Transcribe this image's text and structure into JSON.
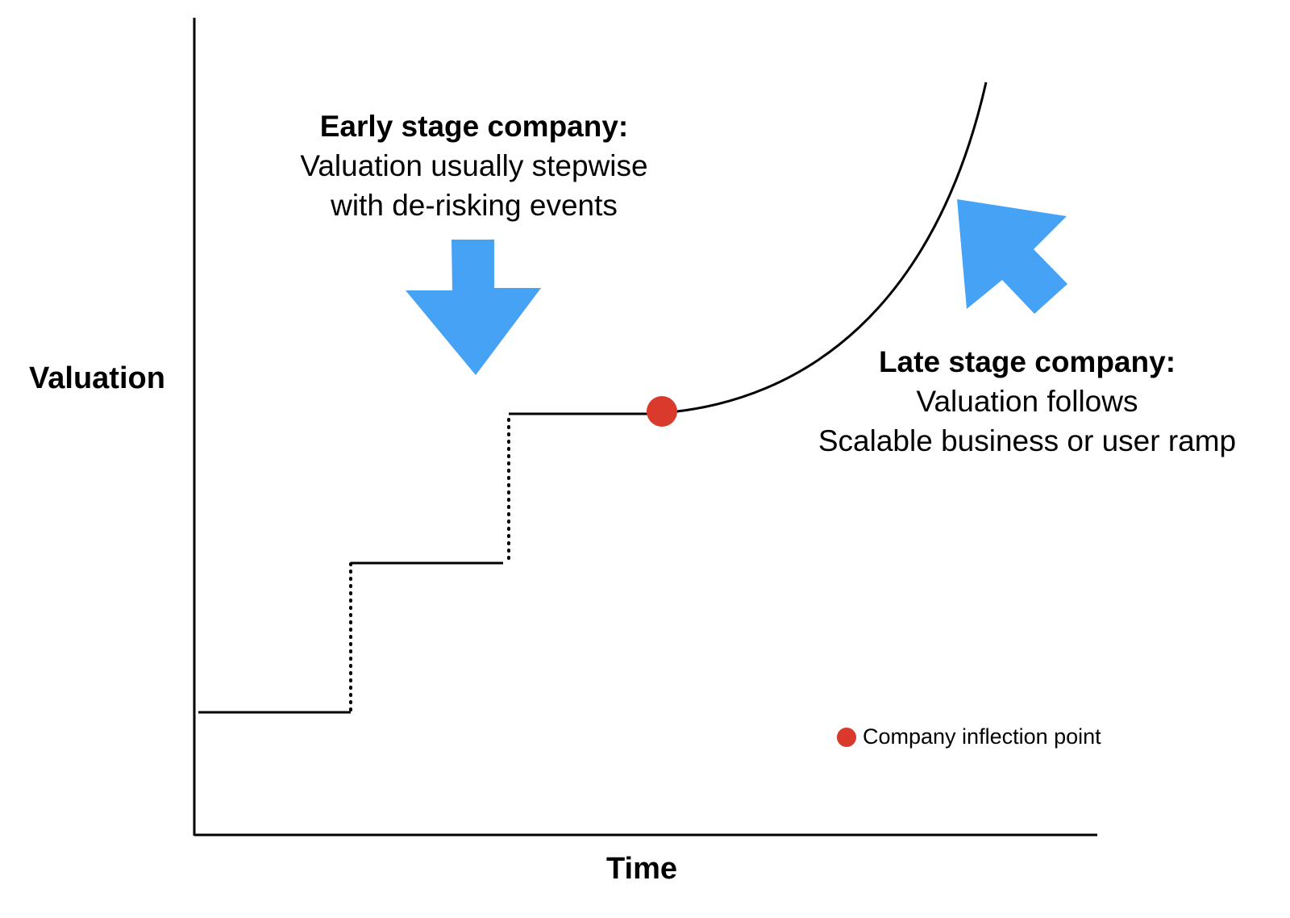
{
  "axes": {
    "y_label": "Valuation",
    "x_label": "Time"
  },
  "early_stage": {
    "heading": "Early stage company:",
    "line1": "Valuation usually stepwise",
    "line2": "with de-risking events"
  },
  "late_stage": {
    "heading": "Late stage company:",
    "line1": "Valuation follows",
    "line2": "Scalable business or user ramp"
  },
  "legend": {
    "label": "Company inflection point"
  },
  "colors": {
    "arrow": "#45a2f5",
    "inflection_point": "#d93a2b",
    "line": "#000000"
  }
}
